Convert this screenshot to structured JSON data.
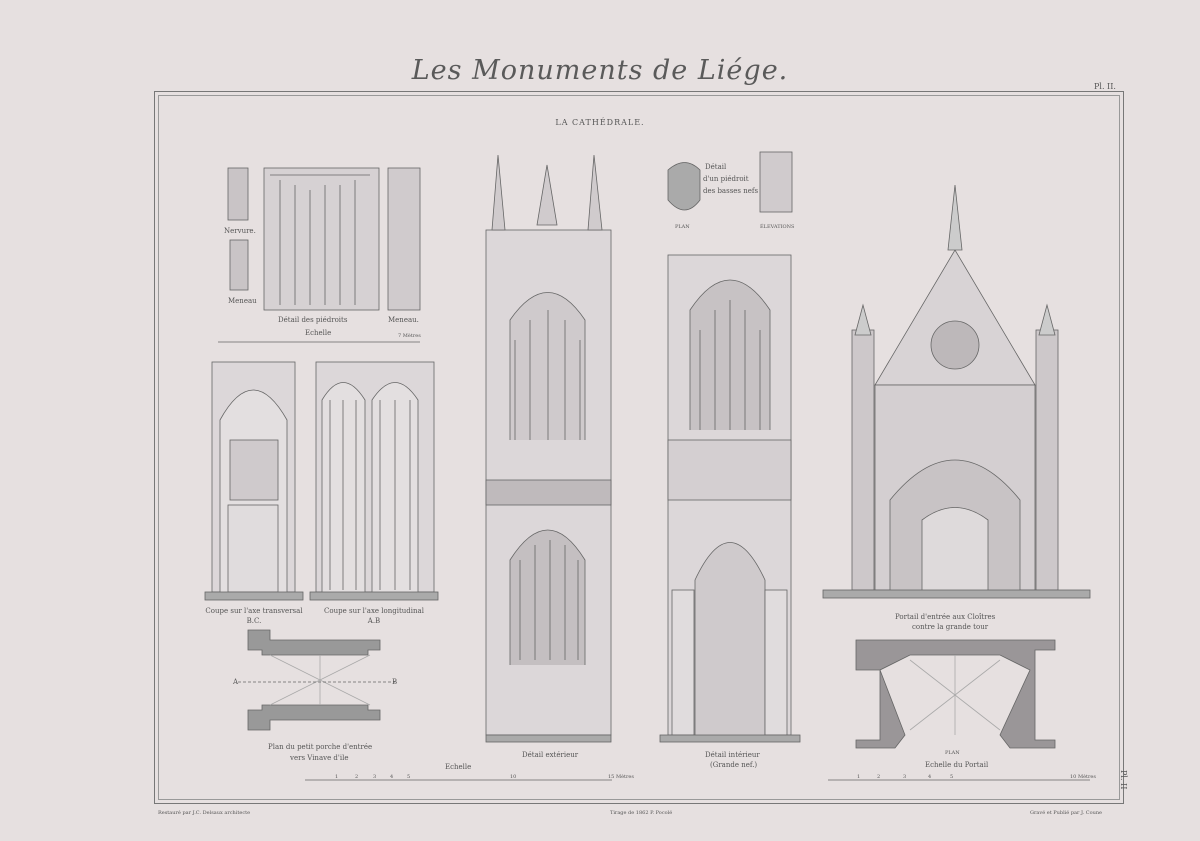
{
  "header": {
    "title": "Les Monuments de Liége.",
    "plate": "Pl. II.",
    "plate_side": "Pl. II",
    "subtitle": "LA CATHÉDRALE."
  },
  "details": {
    "nervure": "Nervure.",
    "meneau_left": "Meneau",
    "piedroits": "Détail des piédroits",
    "meneau_right": "Meneau.",
    "echelle": "Echelle",
    "scale_end": "7 Mètres"
  },
  "piedroit": {
    "label1": "Détail",
    "label2": "d'un piédroit",
    "label3": "des basses nefs",
    "plan": "PLAN",
    "elevations": "ÉLEVATIONS"
  },
  "coupes": {
    "transversal": "Coupe sur l'axe transversal B.C.",
    "longitudinal": "Coupe sur l'axe longitudinal A.B"
  },
  "porche": {
    "line1": "Plan du petit porche d'entrée",
    "line2": "vers Vinave d'ile",
    "a": "A",
    "b": "B"
  },
  "exterieur": {
    "label": "Détail extérieur"
  },
  "interieur": {
    "line1": "Détail intérieur",
    "line2": "(Grande nef.)"
  },
  "portail": {
    "line1": "Portail d'entrée aux Cloîtres",
    "line2": "contre la grande tour",
    "plan": "PLAN",
    "echelle": "Echelle du Portail"
  },
  "scale_main": {
    "label": "Echelle",
    "ticks": [
      "1",
      "2",
      "3",
      "4",
      "5",
      "10",
      "15 Mètres"
    ]
  },
  "scale_portail": {
    "ticks": [
      "1",
      "2",
      "3",
      "4",
      "5",
      "10 Mètres"
    ]
  },
  "footer": {
    "left": "Restauré par J.C. Delsaux architecte",
    "center": "Tirage de 1862 P. Pocolé",
    "right": "Gravé et Publié par J. Coune"
  },
  "colors": {
    "paper": "#e6e0e0",
    "ink": "#555555",
    "wash": "#b8b4b6"
  }
}
